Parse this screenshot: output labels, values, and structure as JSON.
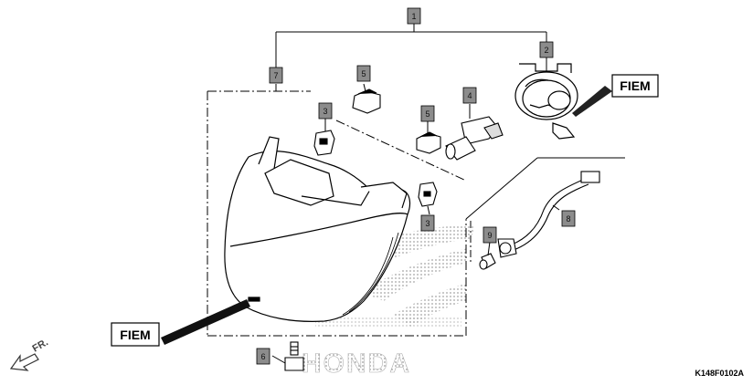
{
  "callouts": {
    "c1": "1",
    "c2": "2",
    "c3a": "3",
    "c3b": "3",
    "c4": "4",
    "c5a": "5",
    "c5b": "5",
    "c6": "6",
    "c7": "7",
    "c8": "8",
    "c9": "9"
  },
  "maker_labels": {
    "upper": "FIEM",
    "lower": "FIEM"
  },
  "direction": "FR.",
  "diagram_code": "K148F0102A",
  "brand": "HONDA",
  "colors": {
    "line": "#000000",
    "callout_fill": "#8c8c8c",
    "watermark": "#c8c8c8"
  }
}
